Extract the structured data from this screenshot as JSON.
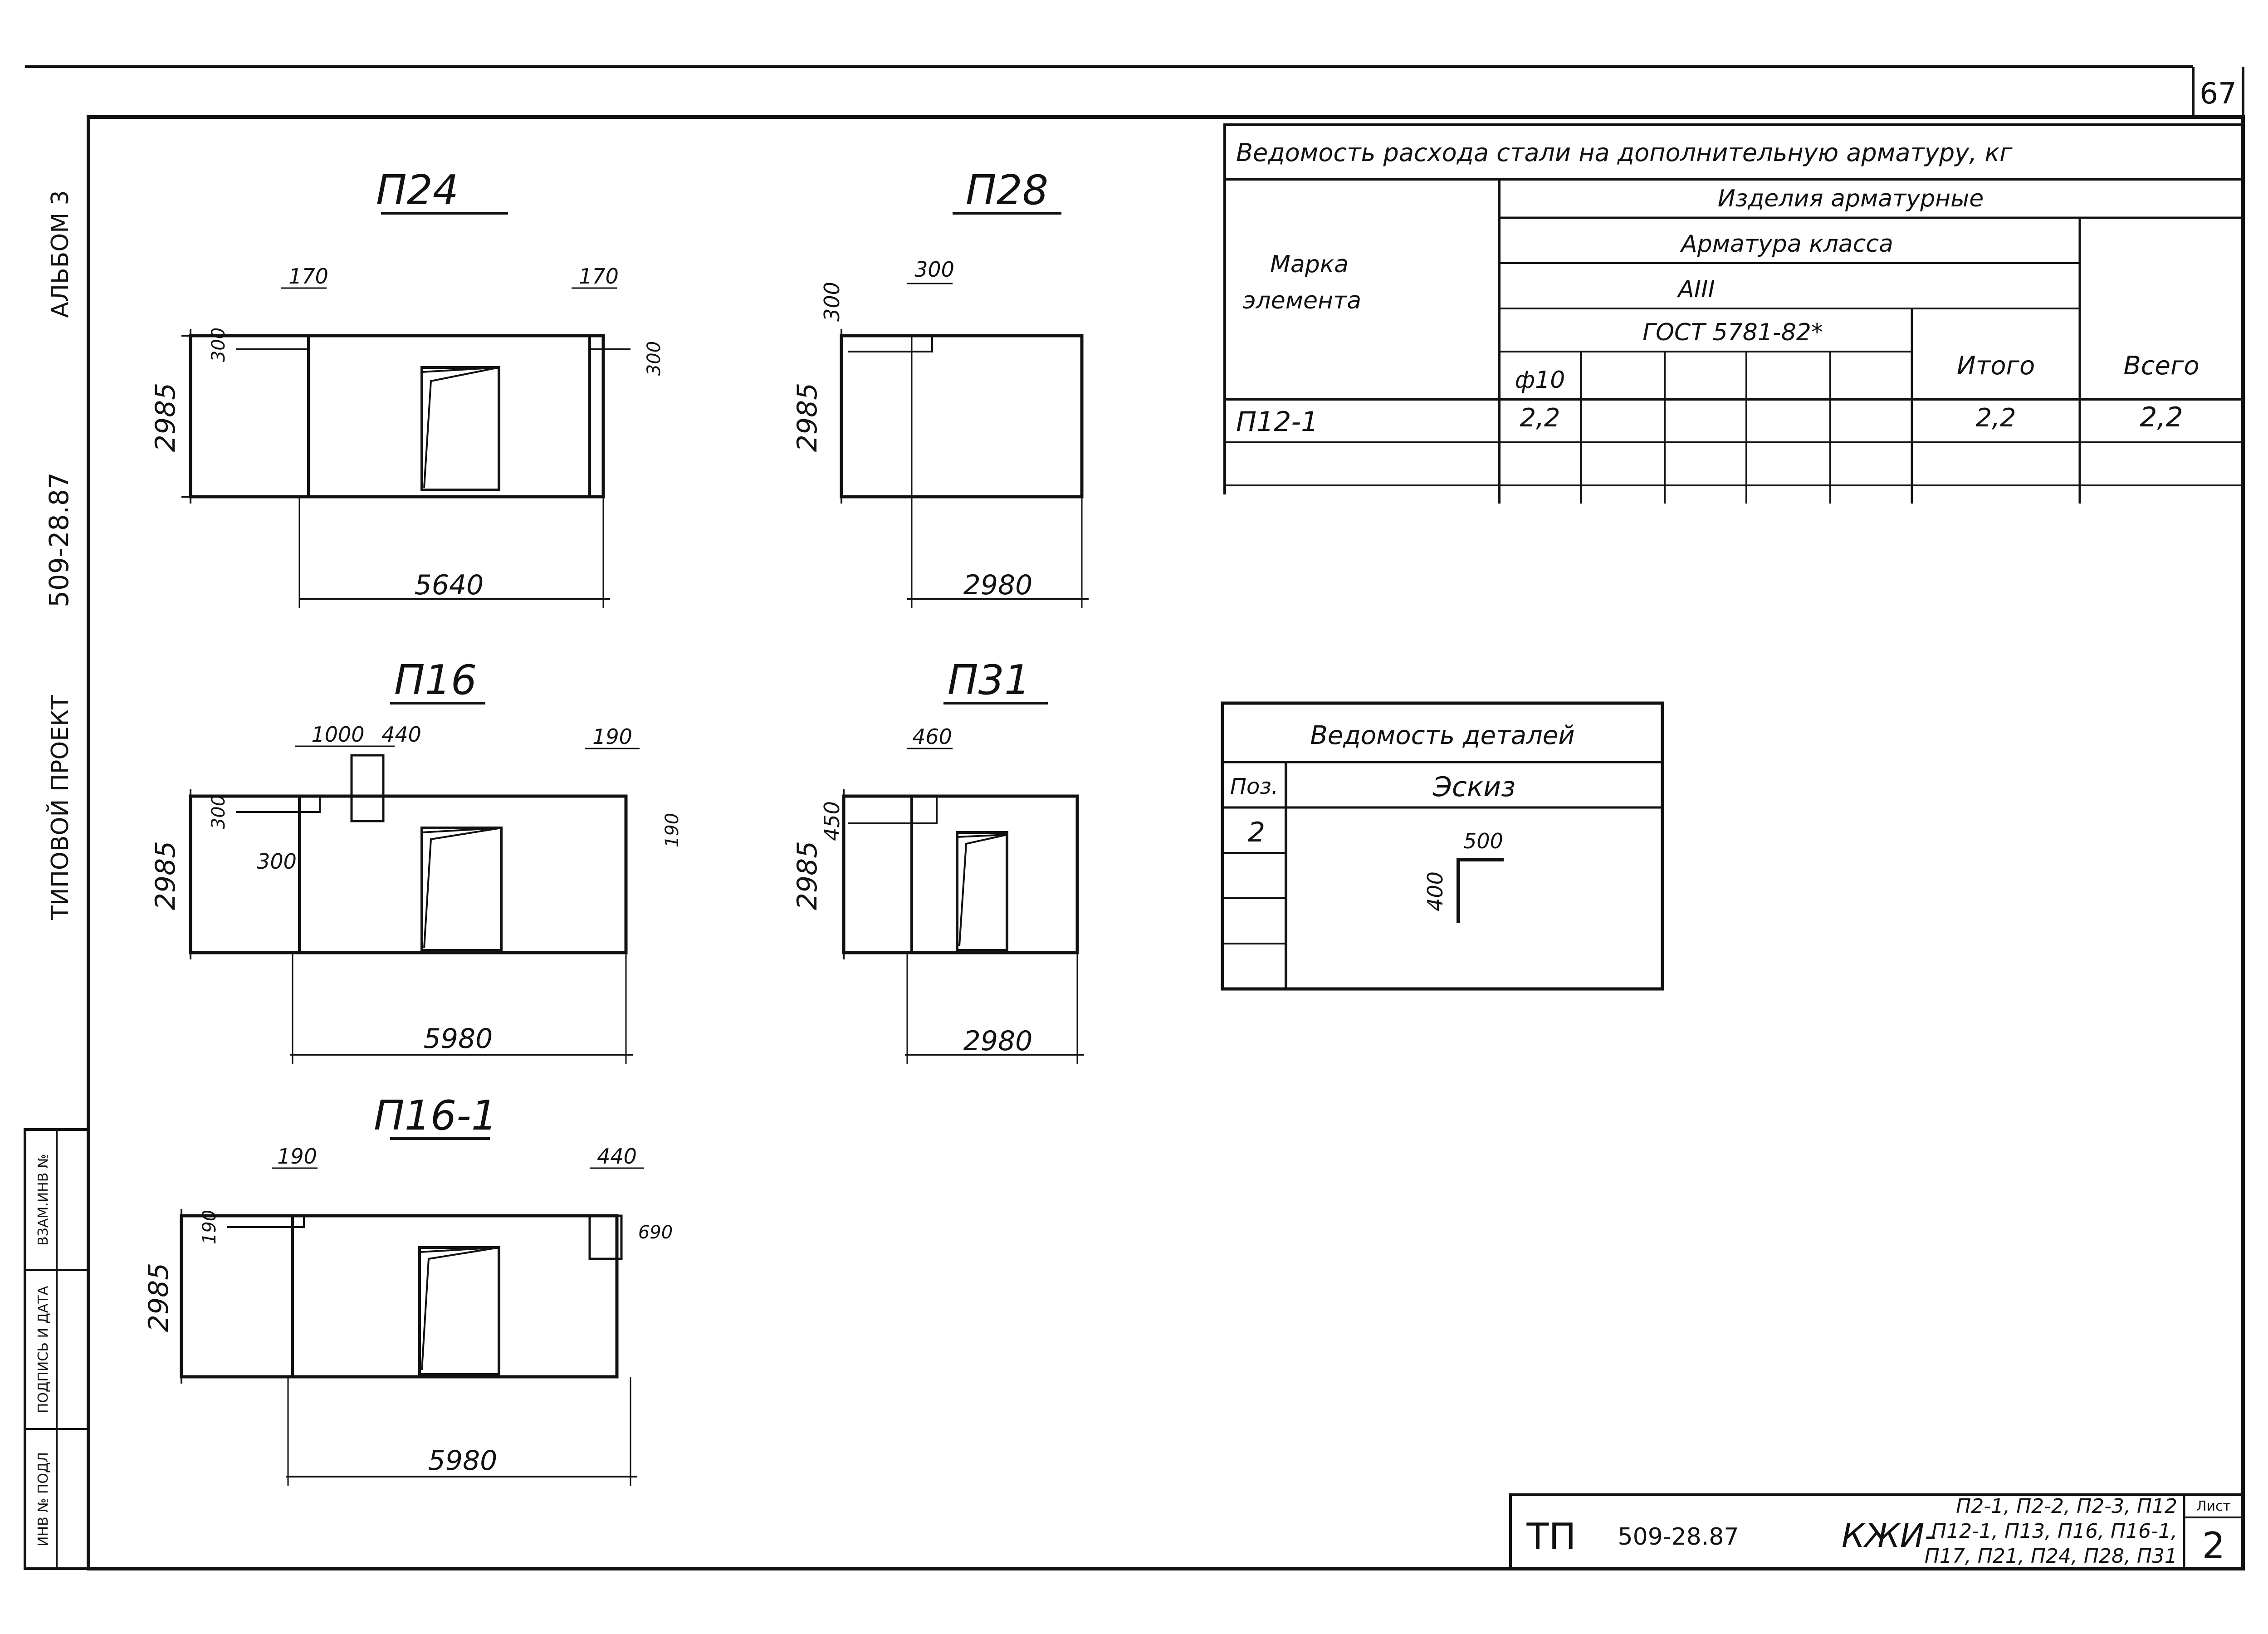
{
  "page_number": "67",
  "margin": {
    "album": "АЛЬБОМ 3",
    "code": "509-28.87",
    "project": "ТИПОВОЙ ПРОЕКТ",
    "stamp_cells": [
      "ИНВ № ПОДЛ",
      "ПОДПИСЬ И ДАТА",
      "ВЗАМ.ИНВ №"
    ]
  },
  "panels": [
    {
      "name": "П24",
      "height": "2985",
      "width": "5640",
      "dims": [
        "170",
        "170",
        "300",
        "300"
      ]
    },
    {
      "name": "П28",
      "height": "2985",
      "width": "2980",
      "dims": [
        "300",
        "300"
      ]
    },
    {
      "name": "П16",
      "height": "2985",
      "width": "5980",
      "dims": [
        "1000",
        "440",
        "190",
        "300",
        "300",
        "190"
      ]
    },
    {
      "name": "П31",
      "height": "2985",
      "width": "2980",
      "dims": [
        "460",
        "450"
      ]
    },
    {
      "name": "П16-1",
      "height": "2985",
      "width": "5980",
      "dims": [
        "190",
        "440",
        "190",
        "690"
      ]
    }
  ],
  "steel_table": {
    "title": "Ведомость расхода стали на дополнительную арматуру, кг",
    "col_mark": [
      "Марка",
      "элемента"
    ],
    "group": "Изделия арматурные",
    "class_label": "Арматура класса",
    "class_value": "АIII",
    "gost": "ГОСТ 5781-82*",
    "diameter": "ф10",
    "itogo": "Итого",
    "vsego": "Всего",
    "rows": [
      {
        "mark": "П12-1",
        "d10": "2,2",
        "itogo": "2,2",
        "vsego": "2,2"
      }
    ]
  },
  "details_table": {
    "title": "Ведомость деталей",
    "col_pos": "Поз.",
    "col_sketch": "Эскиз",
    "rows": [
      {
        "pos": "2",
        "dim_h": "500",
        "dim_v": "400"
      }
    ]
  },
  "title_block": {
    "tp": "ТП",
    "code": "509-28.87",
    "mark": "КЖИ-",
    "line1": "П2-1, П2-2, П2-3, П12",
    "line2": "П12-1, П13, П16, П16-1,",
    "line3": "П17, П21, П24, П28, П31",
    "sheet_label": "Лист",
    "sheet_no": "2"
  }
}
